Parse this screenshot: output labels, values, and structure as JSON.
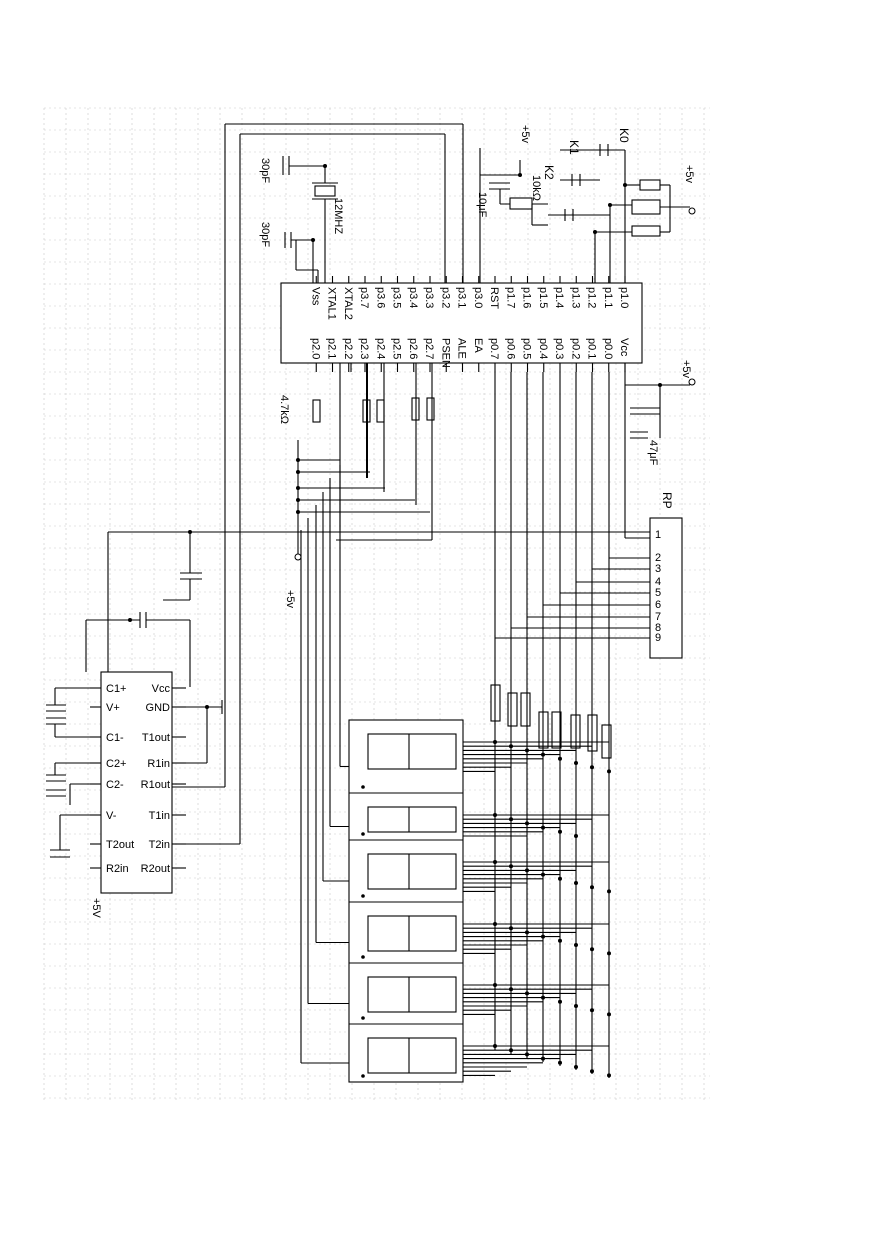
{
  "supply": {
    "plus5v": "+5v",
    "plus5V": "+5V"
  },
  "mcu": {
    "left_pins": [
      "p1.0",
      "p1.1",
      "p1.2",
      "p1.3",
      "p1.4",
      "p1.5",
      "p1.6",
      "p1.7",
      "RST",
      "p3.0",
      "p3.1",
      "p3.2",
      "p3.3",
      "p3.4",
      "p3.5",
      "p3.6",
      "p3.7",
      "XTAL2",
      "XTAL1",
      "Vss"
    ],
    "right_pins": [
      "Vcc",
      "p0.0",
      "p0.1",
      "p0.2",
      "p0.3",
      "p0.4",
      "p0.5",
      "p0.6",
      "p0.7",
      "EA",
      "ALE",
      "PSEN",
      "p2.7",
      "p2.6",
      "p2.5",
      "p2.4",
      "p2.3",
      "p2.2",
      "p2.1",
      "p2.0"
    ]
  },
  "components": {
    "cap1": "30pF",
    "cap2": "30pF",
    "crystal": "12MHZ",
    "cap_reset": "10μF",
    "res_reset": "10kΩ",
    "cap_filter": "47μF",
    "res_base": "4.7kΩ",
    "k0": "K0",
    "k1": "K1",
    "k2": "K2",
    "rp": "RP",
    "rp_pins": [
      "1",
      "2",
      "3",
      "4",
      "5",
      "6",
      "7",
      "8",
      "9"
    ]
  },
  "max232": {
    "left": [
      "C1+",
      "V+",
      "C1-",
      "C2+",
      "C2-",
      "V-",
      "T2out",
      "R2in"
    ],
    "right": [
      "Vcc",
      "GND",
      "T1out",
      "R1in",
      "R1out",
      "T1in",
      "T2in",
      "R2out"
    ]
  }
}
